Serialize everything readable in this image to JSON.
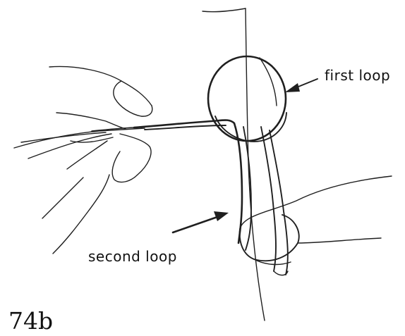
{
  "labels": {
    "first_loop": "first loop",
    "second_loop": "second loop"
  },
  "figure_number": "74b",
  "colors": {
    "ink": "#1f1f1f",
    "background": "#ffffff"
  }
}
